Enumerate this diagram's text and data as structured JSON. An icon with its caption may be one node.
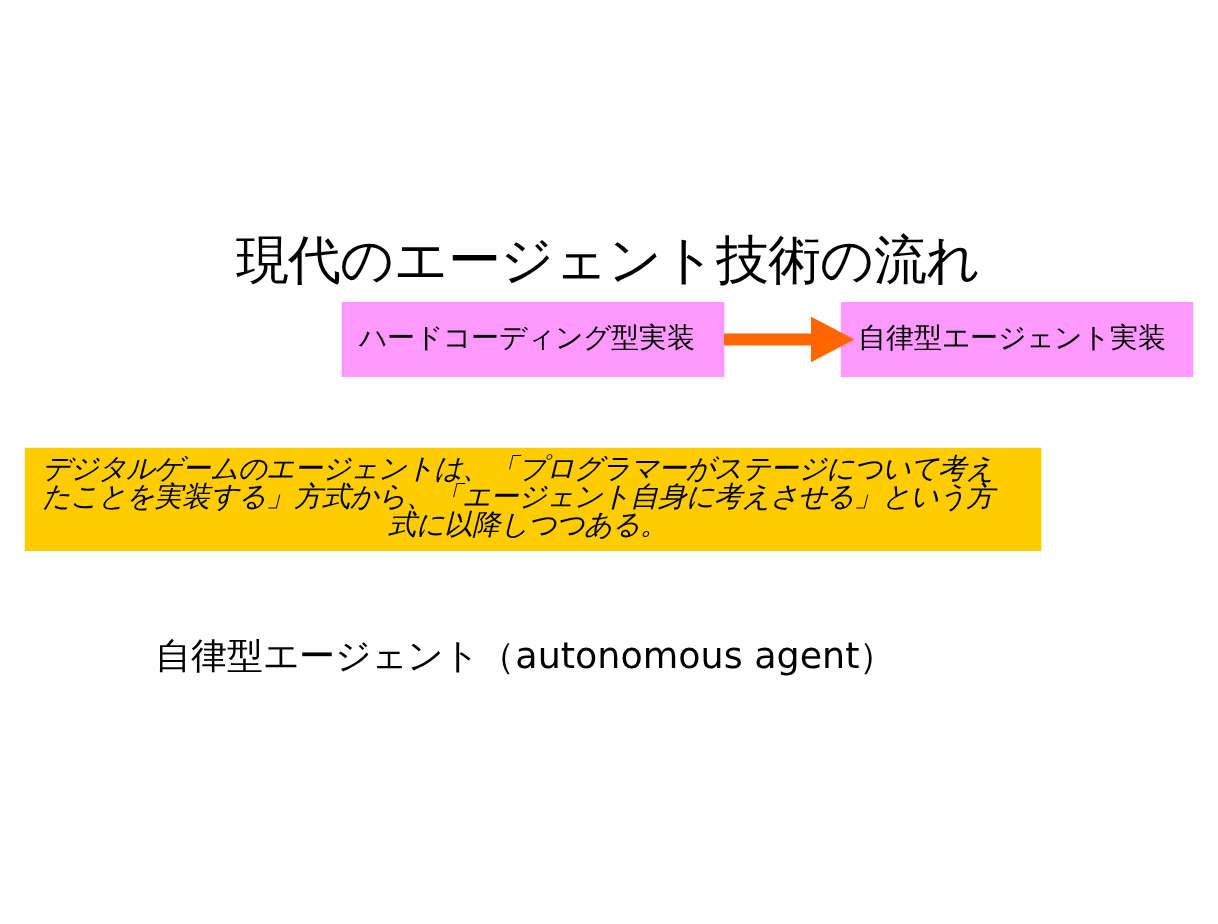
{
  "diagram": {
    "title": "現代のエージェント技術の流れ",
    "nodes": [
      {
        "text": [
          "ハードコーディング型実装"
        ]
      },
      {
        "text": [
          "自律型エージェント実装"
        ]
      },
      {
        "text": [
          "デジタルゲームのエージェントは、「プログラマーがステージについて考えたことを実装する」方式から、「エージェント自身に考えさせる」という方式に以降しつつある。"
        ]
      }
    ],
    "edges": [
      {
        "from": 0,
        "to": 1,
        "arrow": "to",
        "color": "#ff6600"
      }
    ],
    "labels": [
      "自律型エージェント（autonomous agent）"
    ]
  }
}
